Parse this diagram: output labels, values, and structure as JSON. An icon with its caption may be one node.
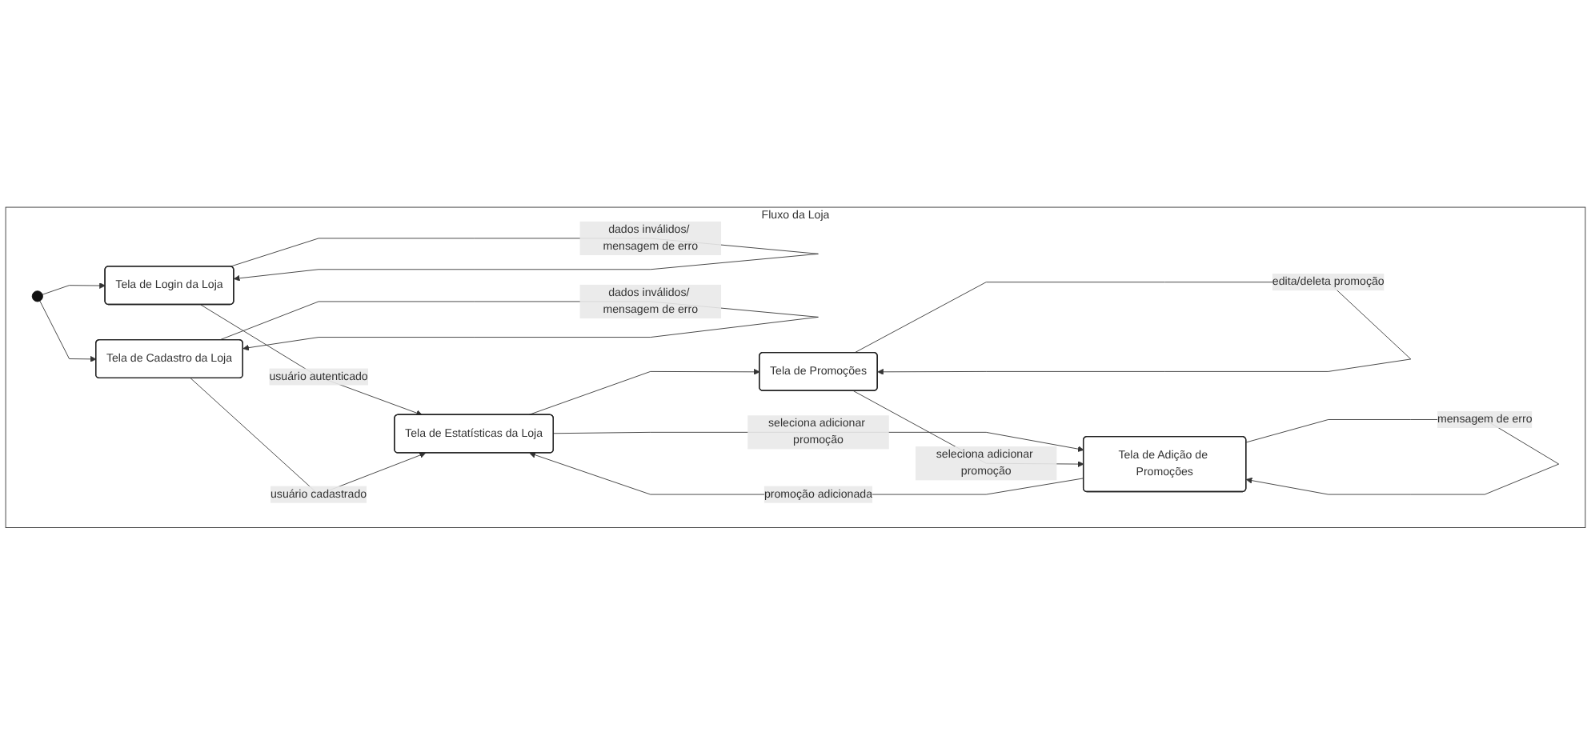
{
  "diagram": {
    "nodes": [
      {
        "text": [
          "Fluxo da Loja"
        ]
      },
      {
        "text": [],
        "shape": "circle",
        "in": 0
      },
      {
        "text": [
          "Tela de Login da Loja"
        ],
        "in": 0
      },
      {
        "text": [
          "Tela de Cadastro da Loja"
        ],
        "in": 0
      },
      {
        "text": [
          "Tela de Estatísticas da Loja"
        ],
        "in": 0
      },
      {
        "text": [
          "Tela de Promoções"
        ],
        "in": 0
      },
      {
        "text": [
          "Tela de Adição de Promoções"
        ],
        "in": 0
      }
    ],
    "edges": [
      {
        "from": 1,
        "to": 2,
        "arrow": "to"
      },
      {
        "from": 1,
        "to": 3,
        "arrow": "to"
      },
      {
        "from": 2,
        "to": 2,
        "arrow": "to",
        "label": "dados inválidos/ mensagem de erro"
      },
      {
        "from": 3,
        "to": 3,
        "arrow": "to",
        "label": "dados inválidos/ mensagem de erro"
      },
      {
        "from": 2,
        "to": 4,
        "arrow": "to",
        "label": "usuário autenticado"
      },
      {
        "from": 3,
        "to": 4,
        "arrow": "to",
        "label": "usuário cadastrado"
      },
      {
        "from": 4,
        "to": 5,
        "arrow": "to"
      },
      {
        "from": 5,
        "to": 5,
        "arrow": "to",
        "label": "edita/deleta promoção"
      },
      {
        "from": 4,
        "to": 6,
        "arrow": "to",
        "label": "seleciona adicionar promoção"
      },
      {
        "from": 6,
        "to": 4,
        "arrow": "to",
        "label": "promoção adicionada"
      },
      {
        "from": 5,
        "to": 6,
        "arrow": "to",
        "label": "seleciona adicionar promoção"
      },
      {
        "from": 6,
        "to": 6,
        "arrow": "to",
        "label": "mensagem de erro"
      }
    ]
  }
}
